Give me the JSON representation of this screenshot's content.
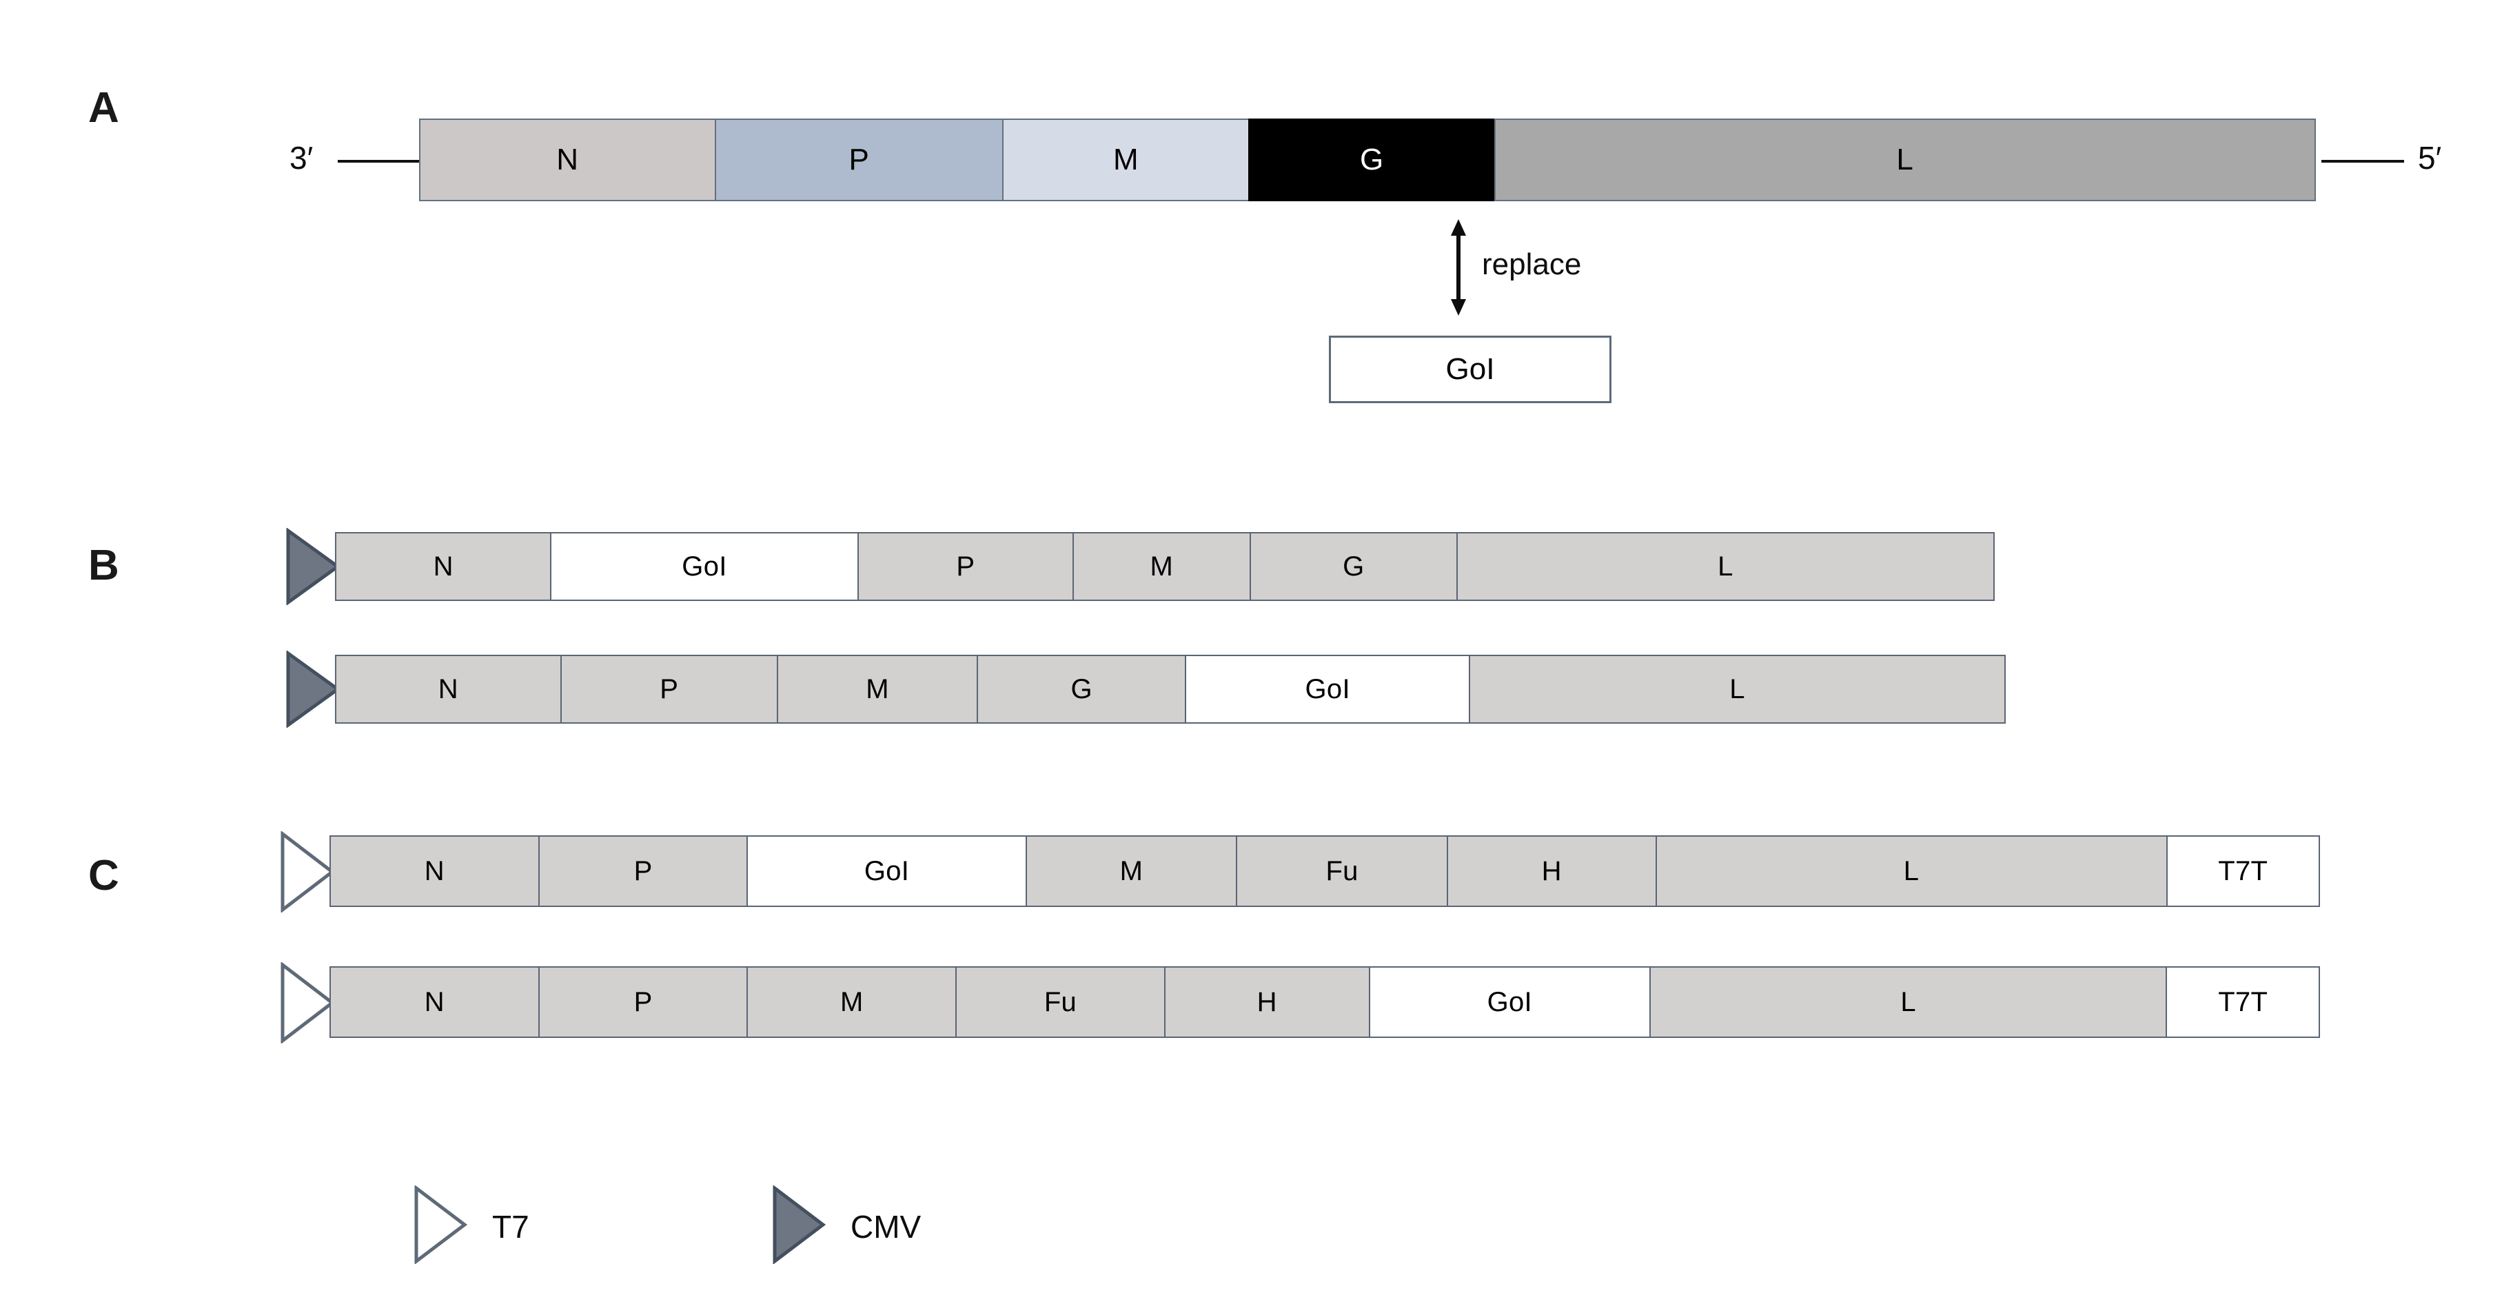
{
  "figure": {
    "panels": [
      {
        "id": "A",
        "label": "A",
        "left_end_label": "3′",
        "right_end_label": "5′",
        "replace_label": "replace",
        "insert_box_label": "GoI",
        "genome": {
          "segments": [
            {
              "label": "N",
              "color": "#cdc8c8",
              "width_pct": 15.6
            },
            {
              "label": "P",
              "color": "#aebacd",
              "width_pct": 15.2
            },
            {
              "label": "M",
              "color": "#d6dce7",
              "width_pct": 13.0
            },
            {
              "label": "G",
              "color": "#000000",
              "width_pct": 13.0
            },
            {
              "label": "L",
              "color": "#a8a8a8",
              "width_pct": 43.2
            }
          ]
        }
      },
      {
        "id": "B",
        "label": "B",
        "rows": [
          {
            "promoter": "CMV",
            "segments": [
              {
                "label": "N",
                "highlight": false,
                "width_pct": 13.0
              },
              {
                "label": "GoI",
                "highlight": true,
                "width_pct": 18.5
              },
              {
                "label": "P",
                "highlight": false,
                "width_pct": 13.0
              },
              {
                "label": "M",
                "highlight": false,
                "width_pct": 10.7
              },
              {
                "label": "G",
                "highlight": false,
                "width_pct": 12.5
              },
              {
                "label": "L",
                "highlight": false,
                "width_pct": 32.3
              }
            ]
          },
          {
            "promoter": "CMV",
            "segments": [
              {
                "label": "N",
                "highlight": false,
                "width_pct": 13.5
              },
              {
                "label": "P",
                "highlight": false,
                "width_pct": 13.0
              },
              {
                "label": "M",
                "highlight": false,
                "width_pct": 12.0
              },
              {
                "label": "G",
                "highlight": false,
                "width_pct": 12.5
              },
              {
                "label": "GoI",
                "highlight": true,
                "width_pct": 17.0
              },
              {
                "label": "L",
                "highlight": false,
                "width_pct": 32.0
              }
            ]
          }
        ]
      },
      {
        "id": "C",
        "label": "C",
        "rows": [
          {
            "promoter": "T7",
            "segments": [
              {
                "label": "N",
                "highlight": false,
                "width_pct": 10.5
              },
              {
                "label": "P",
                "highlight": false,
                "width_pct": 10.5
              },
              {
                "label": "GoI",
                "highlight": true,
                "width_pct": 14.0
              },
              {
                "label": "M",
                "highlight": false,
                "width_pct": 10.6
              },
              {
                "label": "Fu",
                "highlight": false,
                "width_pct": 10.6
              },
              {
                "label": "H",
                "highlight": false,
                "width_pct": 10.5
              },
              {
                "label": "L",
                "highlight": false,
                "width_pct": 25.6
              },
              {
                "label": "T7T",
                "highlight": true,
                "width_pct": 7.7
              }
            ]
          },
          {
            "promoter": "T7",
            "segments": [
              {
                "label": "N",
                "highlight": false,
                "width_pct": 10.5
              },
              {
                "label": "P",
                "highlight": false,
                "width_pct": 10.5
              },
              {
                "label": "M",
                "highlight": false,
                "width_pct": 10.5
              },
              {
                "label": "Fu",
                "highlight": false,
                "width_pct": 10.5
              },
              {
                "label": "H",
                "highlight": false,
                "width_pct": 10.3
              },
              {
                "label": "GoI",
                "highlight": true,
                "width_pct": 14.1
              },
              {
                "label": "L",
                "highlight": false,
                "width_pct": 25.9
              },
              {
                "label": "T7T",
                "highlight": true,
                "width_pct": 7.7
              }
            ]
          }
        ]
      }
    ],
    "legend": [
      {
        "symbol": "t7-promoter-icon",
        "label": "T7",
        "fill": "#ffffff",
        "stroke": "#5f6a78"
      },
      {
        "symbol": "cmv-promoter-icon",
        "label": "CMV",
        "fill": "#6e7684",
        "stroke": "#44505e"
      }
    ],
    "colors": {
      "segment_default_fill": "#d3d0d0",
      "segment_stroke": "#5a6575",
      "highlight_fill": "#ffffff",
      "cmv_fill": "#6e7684",
      "t7_fill": "#ffffff",
      "text": "#000000"
    }
  }
}
